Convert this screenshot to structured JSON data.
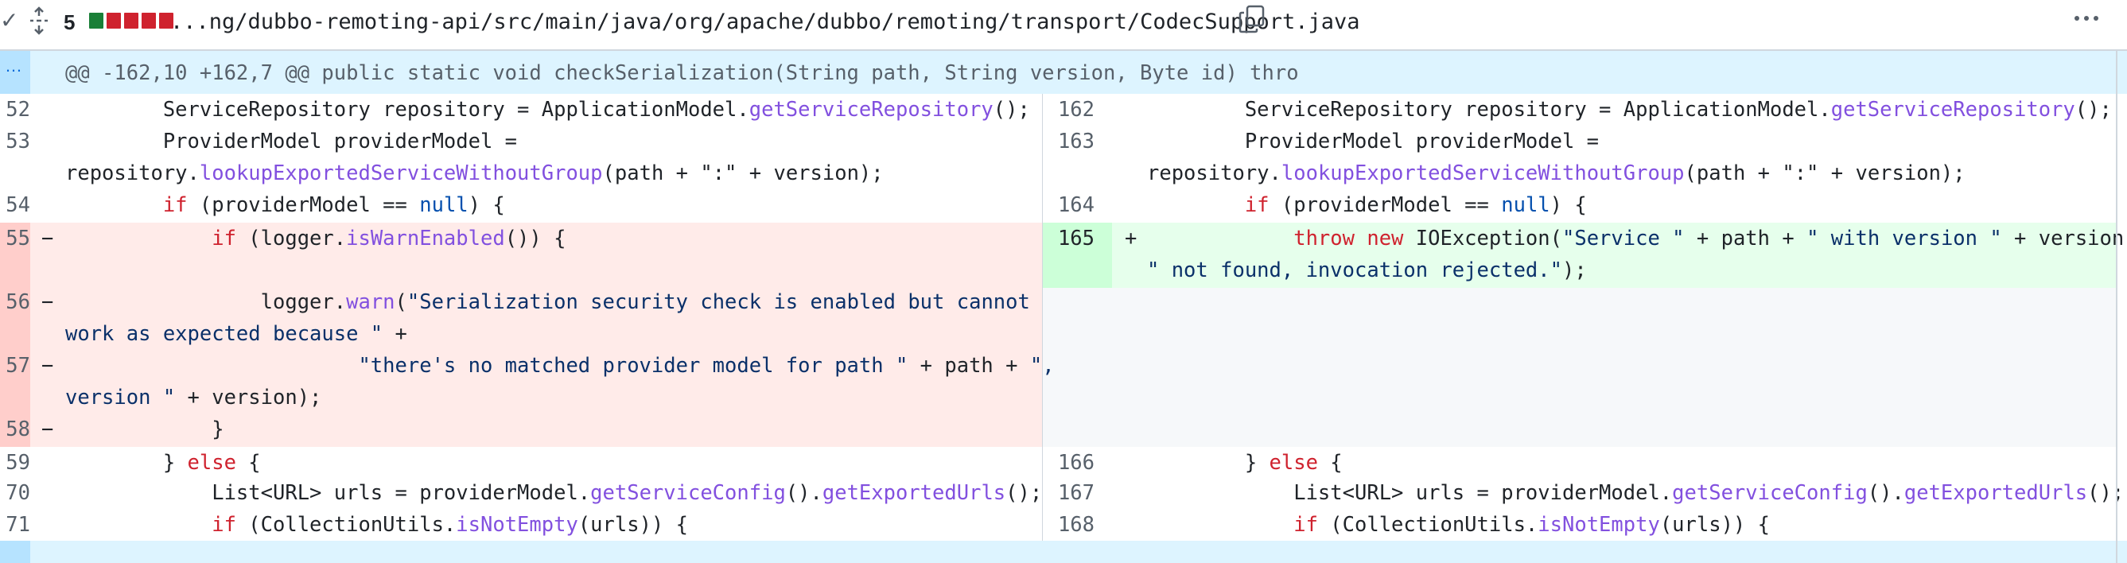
{
  "file_header": {
    "chevron": "✓",
    "changes_count": "5",
    "diffstat_colors": [
      "#1a7f37",
      "#cf222e",
      "#cf222e",
      "#cf222e",
      "#cf222e"
    ],
    "path": "...ng/dubbo-remoting-api/src/main/java/org/apache/dubbo/remoting/transport/CodecSupport.java"
  },
  "hunk": {
    "dots": "…",
    "header": "@@ -162,10 +162,7 @@ public static void checkSerialization(String path, String version, Byte id) thro"
  },
  "left": {
    "line_numbers": [
      "52",
      "53",
      "54",
      "55",
      "56",
      "57",
      "58",
      "59",
      "70",
      "71"
    ],
    "del_marker": "−",
    "lines": {
      "l162": {
        "a": "        ServiceRepository repository = ApplicationModel.",
        "fn": "getServiceRepository",
        "b": "();"
      },
      "l163a": "        ProviderModel providerModel =",
      "l163b": {
        "a": "repository.",
        "fn": "lookupExportedServiceWithoutGroup",
        "b": "(path + \":\" + version);"
      },
      "l164": {
        "kw": "        if",
        "a": " (providerModel == ",
        "lit": "null",
        "b": ") {"
      },
      "l165": {
        "kw": "            if",
        "a": " (logger.",
        "fn": "isWarnEnabled",
        "b": "()) {"
      },
      "l166a": {
        "a": "                logger.",
        "fn": "warn",
        "b": "(",
        "str": "\"Serialization security check is enabled but cannot"
      },
      "l166b": {
        "str": "work as expected because \"",
        "b": " +"
      },
      "l167a": {
        "str": "                        \"there's no matched provider model for path \"",
        "b": " + path + ",
        "str2": "\","
      },
      "l167b": {
        "str": "version \"",
        "b": " + version);"
      },
      "l168": "            }",
      "l169": {
        "a": "        } ",
        "kw": "else",
        "b": " {"
      },
      "l170": {
        "a": "            List<URL> urls = providerModel.",
        "fn": "getServiceConfig",
        "b": "().",
        "fn2": "getExportedUrls",
        "c": "();"
      },
      "l171": {
        "kw": "            if",
        "a": " (CollectionUtils.",
        "fn": "isNotEmpty",
        "b": "(urls)) {"
      }
    }
  },
  "right": {
    "line_numbers": [
      "162",
      "163",
      "164",
      "165",
      "166",
      "167",
      "168"
    ],
    "add_marker": "+",
    "lines": {
      "r162": {
        "a": "        ServiceRepository repository = ApplicationModel.",
        "fn": "getServiceRepository",
        "b": "();"
      },
      "r163a": "        ProviderModel providerModel =",
      "r163b": {
        "a": "repository.",
        "fn": "lookupExportedServiceWithoutGroup",
        "b": "(path + \":\" + version);"
      },
      "r164": {
        "kw": "        if",
        "a": " (providerModel == ",
        "lit": "null",
        "b": ") {"
      },
      "r165a": {
        "kw": "            throw new",
        "a": " IOException(",
        "str": "\"Service \"",
        "b": " + path + ",
        "str2": "\" with version \"",
        "c": " + version +"
      },
      "r165b": {
        "str": "\" not found, invocation rejected.\"",
        "b": ");"
      },
      "r166": {
        "a": "        } ",
        "kw": "else",
        "b": " {"
      },
      "r167": {
        "a": "            List<URL> urls = providerModel.",
        "fn": "getServiceConfig",
        "b": "().",
        "fn2": "getExportedUrls",
        "c": "();"
      },
      "r168": {
        "kw": "            if",
        "a": " (CollectionUtils.",
        "fn": "isNotEmpty",
        "b": "(urls)) {"
      }
    }
  }
}
